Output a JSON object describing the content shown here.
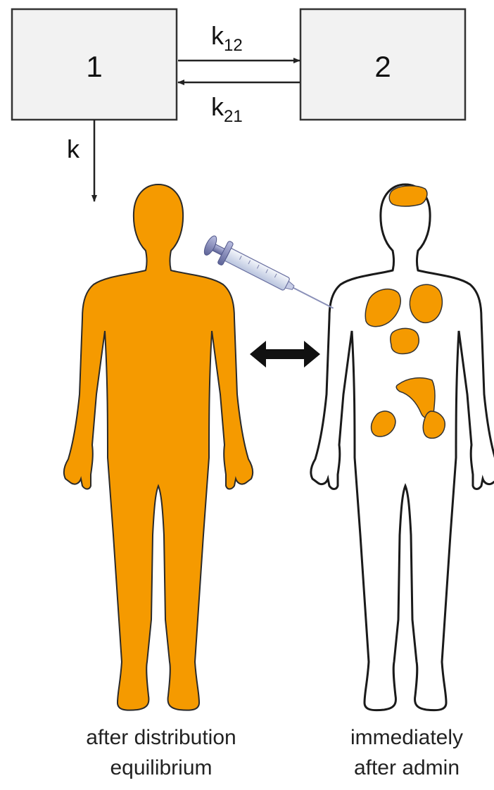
{
  "compartments": {
    "central": {
      "label": "1"
    },
    "peripheral": {
      "label": "2"
    }
  },
  "rates": {
    "k12": {
      "main": "k",
      "sub": "12"
    },
    "k21": {
      "main": "k",
      "sub": "21"
    },
    "elimination": {
      "main": "k"
    }
  },
  "captions": {
    "left_line1": "after distribution",
    "left_line2": "equilibrium",
    "right_line1": "immediately",
    "right_line2": "after admin"
  },
  "colors": {
    "drug": "#F59A00",
    "outline": "#333333",
    "syringe_barrel": "#dfe6f4",
    "syringe_plunger": "#8a90c0"
  }
}
